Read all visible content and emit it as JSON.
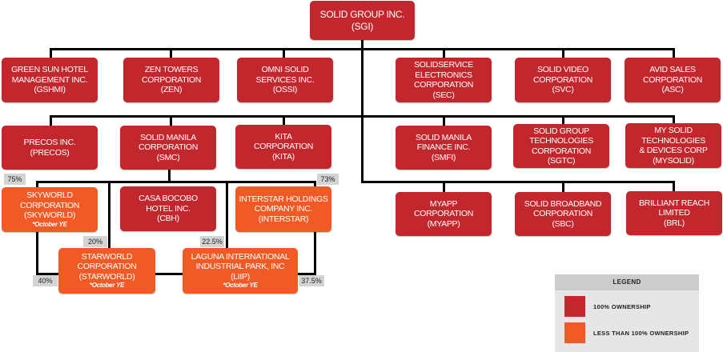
{
  "colors": {
    "full_ownership": "#c1272d",
    "partial_ownership": "#f15a24"
  },
  "entities": {
    "sgi": {
      "name": "SOLID GROUP INC.",
      "abbr": "(SGI)"
    },
    "gshmi": {
      "name": "GREEN SUN HOTEL\nMANAGEMENT INC.",
      "abbr": "(GSHMI)"
    },
    "zen": {
      "name": "ZEN TOWERS\nCORPORATION",
      "abbr": "(ZEN)"
    },
    "ossi": {
      "name": "OMNI SOLID\nSERVICES INC.",
      "abbr": "(OSSI)"
    },
    "sec": {
      "name": "SOLIDSERVICE\nELECTRONICS\nCORPORATION",
      "abbr": "(SEC)"
    },
    "svc": {
      "name": "SOLID VIDEO\nCORPORATION",
      "abbr": "(SVC)"
    },
    "asc": {
      "name": "AVID SALES\nCORPORATION",
      "abbr": "(ASC)"
    },
    "precos": {
      "name": "PRECOS INC.",
      "abbr": "(PRECOS)"
    },
    "smc": {
      "name": "SOLID MANILA\nCORPORATION",
      "abbr": "(SMC)"
    },
    "kita": {
      "name": "KITA\nCORPORATION",
      "abbr": "(KITA)"
    },
    "smfi": {
      "name": "SOLID MANILA\nFINANCE INC.",
      "abbr": "(SMFI)"
    },
    "sgtc": {
      "name": "SOLID GROUP\nTECHNOLOGIES\nCORPORATION",
      "abbr": "(SGTC)"
    },
    "mysolid": {
      "name": "MY SOLID\nTECHNOLOGIES\n& DEVICES CORP",
      "abbr": "(MYSOLID)"
    },
    "myapp": {
      "name": "MYAPP\nCORPORATION",
      "abbr": "(MYAPP)"
    },
    "sbc": {
      "name": "SOLID BROADBAND\nCORPORATION",
      "abbr": "(SBC)"
    },
    "brl": {
      "name": "BRILLIANT REACH\nLIMITED",
      "abbr": "(BRL)"
    },
    "skyworld": {
      "name": "SKYWORLD\nCORPORATION",
      "abbr": "(SKYWORLD)",
      "note": "*October YE"
    },
    "cbh": {
      "name": "CASA BOCOBO\nHOTEL INC.",
      "abbr": "(CBH)"
    },
    "interstar": {
      "name": "INTERSTAR HOLDINGS\nCOMPANY INC.",
      "abbr": "(INTERSTAR)"
    },
    "starworld": {
      "name": "STARWORLD\nCORPORATION",
      "abbr": "(STARWORLD)",
      "note": "*October YE"
    },
    "liip": {
      "name": "LAGUNA INTERNATIONAL\nINDUSTRIAL PARK, INC",
      "abbr": "(LIIP)",
      "note": "*October YE"
    }
  },
  "ownership": {
    "skyworld": "75%",
    "interstar": "73%",
    "starworld_smc": "20%",
    "liip_smc": "22.5%",
    "starworld_skyworld": "40%",
    "liip_interstar": "37.5%"
  },
  "legend": {
    "title": "LEGEND",
    "full": "100% OWNERSHIP",
    "partial": "LESS THAN 100% OWNERSHIP"
  }
}
